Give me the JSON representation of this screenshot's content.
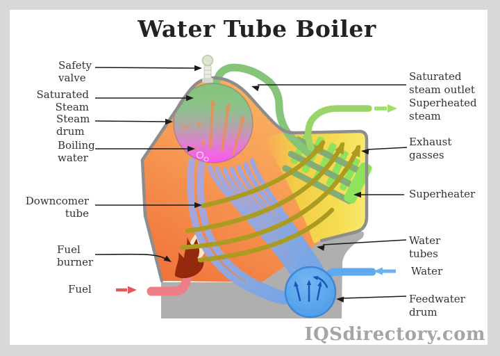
{
  "title": "Water Tube Boiler",
  "watermark": "IQSdirectory.com",
  "labels": {
    "safety_valve": "Safety\nvalve",
    "saturated_steam": "Saturated\nSteam",
    "steam_drum": "Steam\ndrum",
    "boiling_water": "Boiling\nwater",
    "downcomer_tube": "Downcomer\ntube",
    "fuel_burner": "Fuel\nburner",
    "fuel": "Fuel",
    "saturated_steam_outlet": "Saturated\nsteam outlet",
    "superheated_steam": "Superheated\nsteam",
    "exhaust_gasses": "Exhaust\ngasses",
    "superheater": "Superheater",
    "water_tubes": "Water\ntubes",
    "water": "Water",
    "feedwater_drum": "Feedwater\ndrum"
  },
  "colors": {
    "background": "#d8d8d8",
    "card": "#ffffff",
    "furnace_orange": "#f0703a",
    "flue_yellow": "#f5d84d",
    "steam_green": "#82c57a",
    "boiling_magenta": "#fb55ee",
    "drum_outline_gray": "#8d8d8d",
    "base_gray": "#b1afad",
    "tube_lavender": "#ada6da",
    "tube_blue": "#6ea6e8",
    "feedwater_blue": "#58a4eb",
    "water_arrow_blue": "#6cb1f0",
    "steam_pipe_green": "#86c478",
    "superheated_green": "#9de06a",
    "superheater_green": "#8ee25c",
    "exhaust_olive": "#ab9b21",
    "fuel_pink": "#ef7d87",
    "fuel_arrow_red": "#e25858",
    "flame_maroon": "#95290e",
    "label_black": "#1b1b1b"
  }
}
